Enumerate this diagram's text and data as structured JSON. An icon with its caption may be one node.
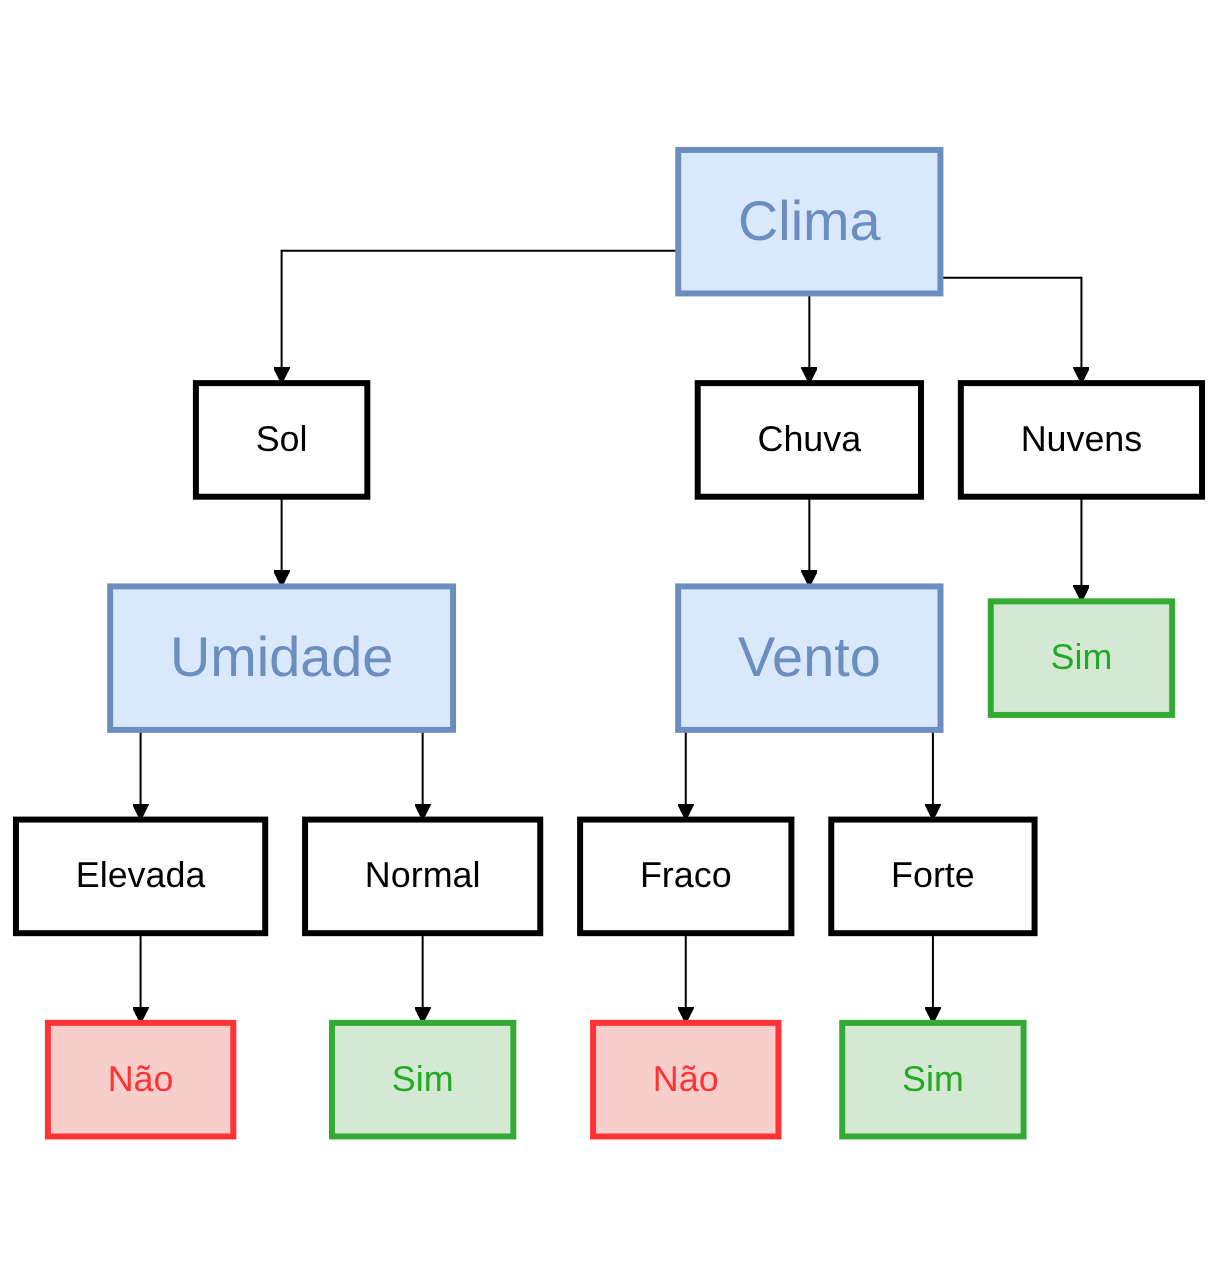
{
  "diagram": {
    "nodes": [
      {
        "text": [
          "Clima"
        ]
      },
      {
        "text": [
          "Sol"
        ]
      },
      {
        "text": [
          "Nuvens"
        ]
      },
      {
        "text": [
          "Chuva"
        ]
      },
      {
        "text": [
          "Umidade"
        ]
      },
      {
        "text": [
          "Vento"
        ]
      },
      {
        "text": [
          "Elevada"
        ]
      },
      {
        "text": [
          "Normal"
        ]
      },
      {
        "text": [
          "Fraco"
        ]
      },
      {
        "text": [
          "Forte"
        ]
      },
      {
        "text": [
          "Não"
        ]
      },
      {
        "text": [
          "Sim"
        ]
      },
      {
        "text": [
          "Sim"
        ]
      },
      {
        "text": [
          "Não"
        ]
      },
      {
        "text": [
          "Sim"
        ]
      }
    ],
    "edges": [
      {
        "from": 0,
        "to": 1,
        "arrow": "to"
      },
      {
        "from": 0,
        "to": 2,
        "arrow": "to"
      },
      {
        "from": 0,
        "to": 3,
        "arrow": "to"
      },
      {
        "from": 1,
        "to": 4,
        "arrow": "to"
      },
      {
        "from": 3,
        "to": 5,
        "arrow": "to"
      },
      {
        "from": 4,
        "to": 6,
        "arrow": "to"
      },
      {
        "from": 4,
        "to": 7,
        "arrow": "to"
      },
      {
        "from": 5,
        "to": 8,
        "arrow": "to"
      },
      {
        "from": 5,
        "to": 9,
        "arrow": "to"
      },
      {
        "from": 6,
        "to": 10,
        "arrow": "to"
      },
      {
        "from": 7,
        "to": 11,
        "arrow": "to"
      },
      {
        "from": 2,
        "to": 12,
        "arrow": "to"
      },
      {
        "from": 8,
        "to": 13,
        "arrow": "to"
      },
      {
        "from": 9,
        "to": 14,
        "arrow": "to"
      }
    ]
  }
}
